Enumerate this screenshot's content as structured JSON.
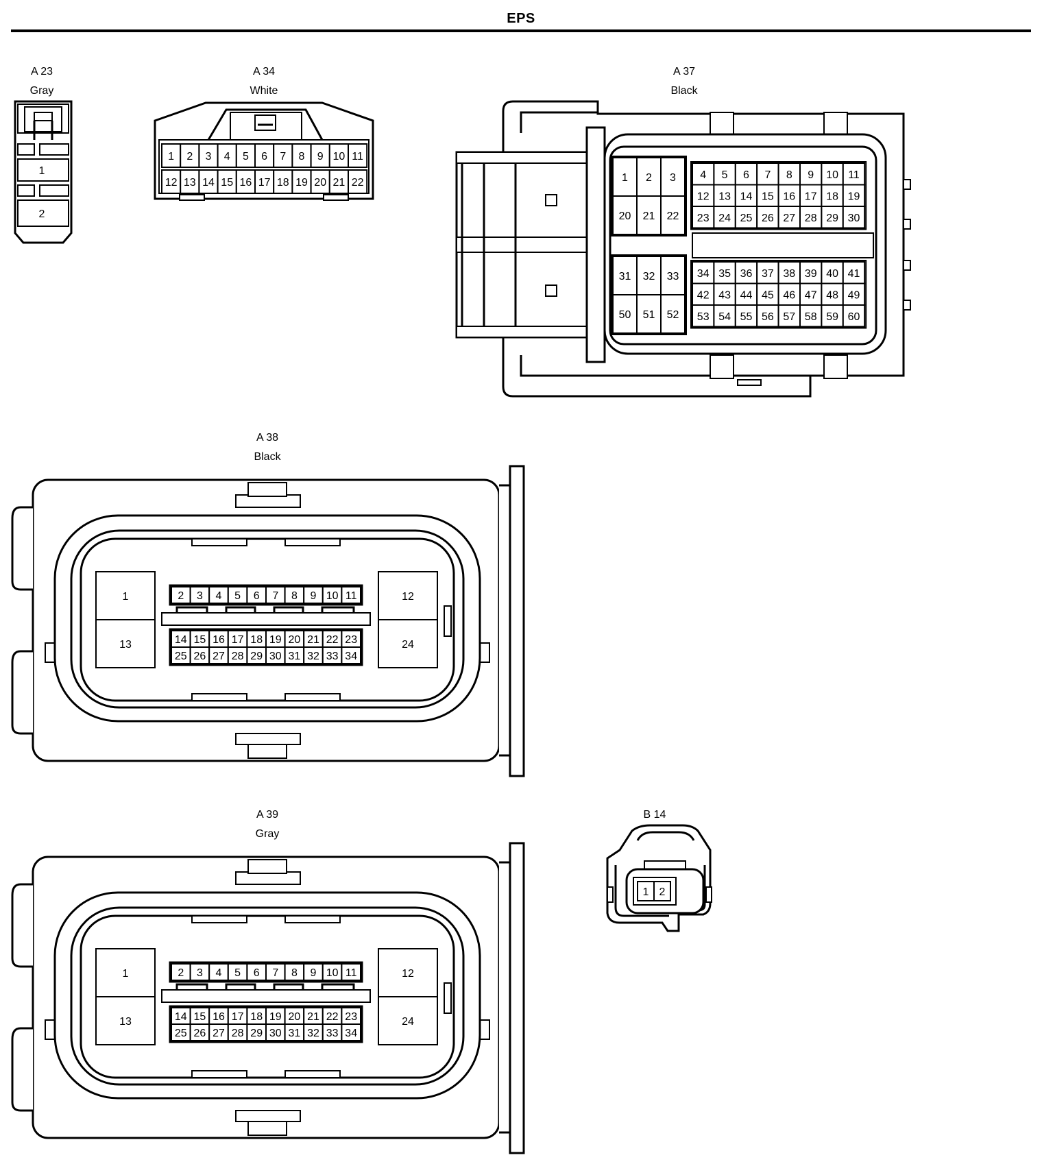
{
  "title": "EPS",
  "connectors": {
    "a23": {
      "id": "A 23",
      "color": "Gray",
      "pins": [
        "1",
        "2"
      ]
    },
    "a34": {
      "id": "A 34",
      "color": "White",
      "rows": [
        [
          "1",
          "2",
          "3",
          "4",
          "5",
          "6",
          "7",
          "8",
          "9",
          "10",
          "11"
        ],
        [
          "12",
          "13",
          "14",
          "15",
          "16",
          "17",
          "18",
          "19",
          "20",
          "21",
          "22"
        ]
      ]
    },
    "a37": {
      "id": "A 37",
      "color": "Black",
      "big_top": [
        [
          "1",
          "2",
          "3"
        ],
        [
          "20",
          "21",
          "22"
        ]
      ],
      "small_top": [
        [
          "4",
          "5",
          "6",
          "7",
          "8",
          "9",
          "10",
          "11"
        ],
        [
          "12",
          "13",
          "14",
          "15",
          "16",
          "17",
          "18",
          "19"
        ],
        [
          "23",
          "24",
          "25",
          "26",
          "27",
          "28",
          "29",
          "30"
        ]
      ],
      "big_bottom": [
        [
          "31",
          "32",
          "33"
        ],
        [
          "50",
          "51",
          "52"
        ]
      ],
      "small_bottom": [
        [
          "34",
          "35",
          "36",
          "37",
          "38",
          "39",
          "40",
          "41"
        ],
        [
          "42",
          "43",
          "44",
          "45",
          "46",
          "47",
          "48",
          "49"
        ],
        [
          "53",
          "54",
          "55",
          "56",
          "57",
          "58",
          "59",
          "60"
        ]
      ]
    },
    "a38": {
      "id": "A 38",
      "color": "Black",
      "left_big": [
        "1",
        "13"
      ],
      "right_big": [
        "12",
        "24"
      ],
      "top_row": [
        "2",
        "3",
        "4",
        "5",
        "6",
        "7",
        "8",
        "9",
        "10",
        "11"
      ],
      "mid_row": [
        "14",
        "15",
        "16",
        "17",
        "18",
        "19",
        "20",
        "21",
        "22",
        "23"
      ],
      "bot_row": [
        "25",
        "26",
        "27",
        "28",
        "29",
        "30",
        "31",
        "32",
        "33",
        "34"
      ]
    },
    "a39": {
      "id": "A 39",
      "color": "Gray",
      "left_big": [
        "1",
        "13"
      ],
      "right_big": [
        "12",
        "24"
      ],
      "top_row": [
        "2",
        "3",
        "4",
        "5",
        "6",
        "7",
        "8",
        "9",
        "10",
        "11"
      ],
      "mid_row": [
        "14",
        "15",
        "16",
        "17",
        "18",
        "19",
        "20",
        "21",
        "22",
        "23"
      ],
      "bot_row": [
        "25",
        "26",
        "27",
        "28",
        "29",
        "30",
        "31",
        "32",
        "33",
        "34"
      ]
    },
    "b14": {
      "id": "B 14",
      "color": "Gray",
      "pins": [
        "1",
        "2"
      ]
    }
  }
}
